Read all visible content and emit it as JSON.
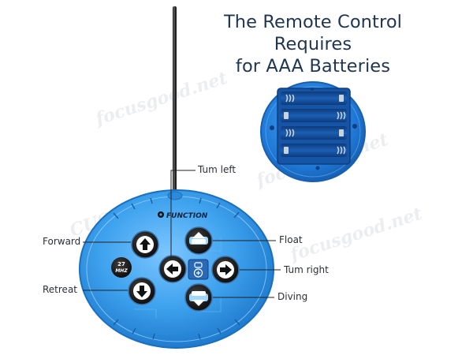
{
  "title": {
    "line1": "The Remote Control Requires",
    "line2": "for AAA Batteries"
  },
  "watermark": "focusgood.net",
  "remote": {
    "brand_label": "FUNCTION",
    "frequency_badge": {
      "number": "27",
      "unit": "MHZ"
    },
    "colors": {
      "body": "#3ea2ee",
      "body_dark": "#1b6fbf",
      "button": "#1a1a1a",
      "center_badge": "#2a68b8"
    }
  },
  "callouts": {
    "turn_left": "Tum left",
    "forward": "Forward",
    "float": "Float",
    "turn_right": "Tum right",
    "retreat": "Retreat",
    "diving": "Diving"
  },
  "icons": {
    "forward": "arrow-up-icon",
    "retreat": "arrow-down-icon",
    "turn_left": "arrow-left-icon",
    "turn_right": "arrow-right-icon",
    "float": "float-up-icon",
    "diving": "dive-down-icon",
    "center": "submarine-icon"
  }
}
